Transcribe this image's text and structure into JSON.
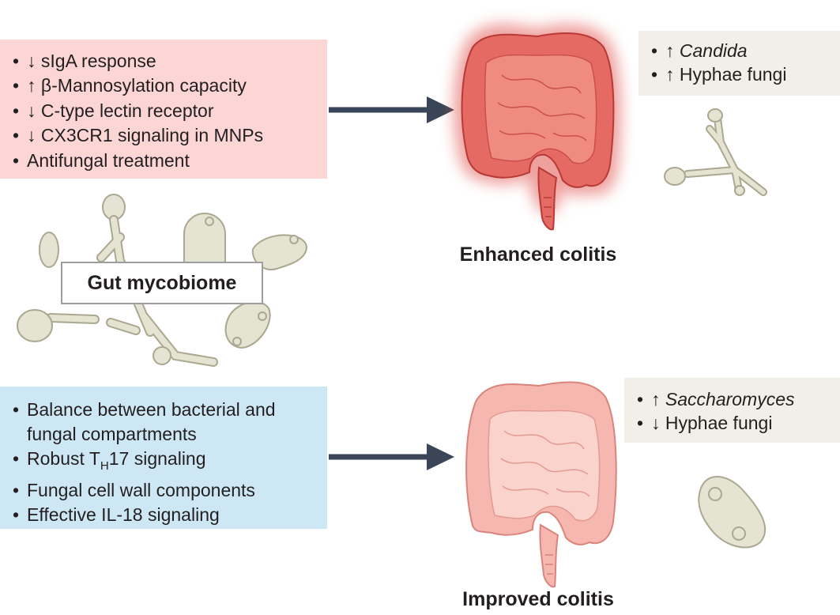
{
  "gut_label": "Gut mycobiome",
  "enhanced": {
    "caption": "Enhanced colitis",
    "factors": [
      {
        "arrow": "↓",
        "text": "sIgA response"
      },
      {
        "arrow": "↑",
        "text": "β-Mannosylation capacity"
      },
      {
        "arrow": "↓",
        "text": "C-type lectin receptor"
      },
      {
        "arrow": "↓",
        "text": "CX3CR1 signaling in MNPs"
      },
      {
        "arrow": "",
        "text": "Antifungal treatment"
      }
    ],
    "fungi": [
      {
        "arrow": "↑",
        "text": "Candida"
      },
      {
        "arrow": "↑",
        "text": "Hyphae fungi"
      }
    ]
  },
  "improved": {
    "caption": "Improved colitis",
    "factors": [
      {
        "arrow": "",
        "text": "Balance between bacterial and fungal compartments"
      },
      {
        "arrow": "",
        "text_pre": "Robust T",
        "text_sub": "H",
        "text_post": "17 signaling"
      },
      {
        "arrow": "",
        "text": "Fungal cell wall components"
      },
      {
        "arrow": "",
        "text": "Effective IL-18 signaling"
      }
    ],
    "fungi": [
      {
        "arrow": "↑",
        "text": "Saccharomyces"
      },
      {
        "arrow": "↓",
        "text": "Hyphae fungi"
      }
    ]
  },
  "colors": {
    "inflamed_colon": "#e0524e",
    "healthy_colon": "#f6b7b0",
    "fungus": "#e5e3d1",
    "arrow": "#3a4557",
    "pink_box": "#fcd5d5",
    "blue_box": "#cde7f4",
    "beige_box": "#f1efe8"
  }
}
